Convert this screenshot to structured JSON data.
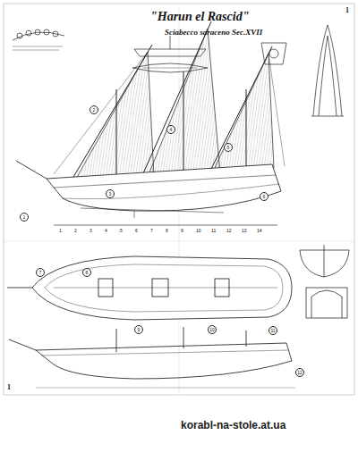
{
  "diagram": {
    "title": "\"Harun el Rascid\"",
    "labels": [
      "Sciabecco saraceno Sec.XVII",
      "1",
      "1",
      "1",
      "2",
      "3",
      "4",
      "5",
      "6",
      "7",
      "8",
      "9",
      "10",
      "11",
      "12",
      "13",
      "14",
      "1",
      "2",
      "3",
      "4",
      "5",
      "6",
      "7",
      "8",
      "9",
      "10",
      "11",
      "12",
      "korabl-na-stole.at.ua"
    ]
  }
}
